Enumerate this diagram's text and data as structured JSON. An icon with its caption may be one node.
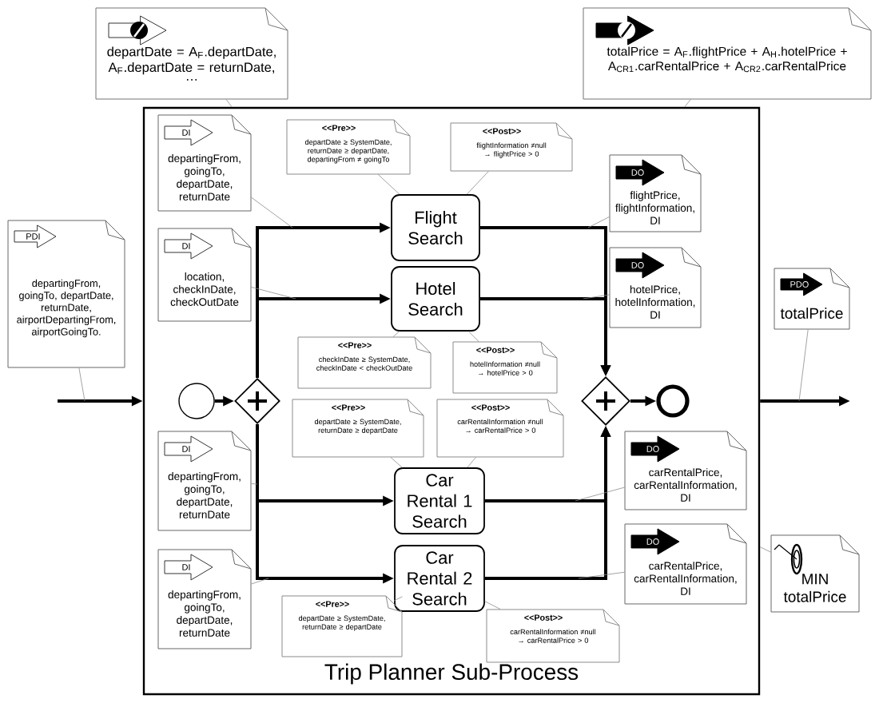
{
  "diagram": {
    "nodes": [
      {
        "text": [
          "Trip Planner Sub-Process"
        ]
      },
      {
        "text": [
          "departDate = A$_{F}$.departDate, A$_{F}$.departDate = returnDate,",
          "…"
        ]
      },
      {
        "text": [
          "totalPrice = A$_{F}$.flightPrice + A$_{H}$.hotelPrice + A$_{CR1}$.carRentalPrice + A$_{CR2}$.carRentalPrice"
        ]
      },
      {
        "text": [
          "PDI",
          "departingFrom, goingTo, departDate, returnDate, airportDepartingFrom, airportGoingTo."
        ]
      },
      {
        "text": [
          "DI",
          "departingFrom, goingTo, departDate, returnDate"
        ],
        "in": 0
      },
      {
        "text": [
          "DI",
          "location, checkInDate, checkOutDate"
        ],
        "in": 0
      },
      {
        "text": [
          "DI",
          "departingFrom, goingTo, departDate, returnDate"
        ],
        "in": 0
      },
      {
        "text": [
          "DI",
          "departingFrom, goingTo, departDate, returnDate"
        ],
        "in": 0
      },
      {
        "text": [
          "<<Pre>>",
          "departDate ≥ SystemDate, returnDate ≥ departDate, departingFrom ≠ goingTo"
        ],
        "in": 0
      },
      {
        "text": [
          "<<Post>>",
          "flightInformation ≠null → flightPrice > 0"
        ],
        "in": 0
      },
      {
        "text": [
          "Flight Search"
        ],
        "in": 0
      },
      {
        "text": [
          "Hotel Search"
        ],
        "in": 0
      },
      {
        "text": [
          "<<Pre>>",
          "checkInDate ≥ SystemDate, checkInDate < checkOutDate"
        ],
        "in": 0
      },
      {
        "text": [
          "<<Post>>",
          "hotelInformation ≠null → hotelPrice > 0"
        ],
        "in": 0
      },
      {
        "text": [
          "<<Pre>>",
          "departDate ≥ SystemDate, returnDate ≥ departDate"
        ],
        "in": 0
      },
      {
        "text": [
          "<<Post>>",
          "carRentalInformation ≠null → carRentalPrice > 0"
        ],
        "in": 0
      },
      {
        "text": [
          "Car Rental 1 Search"
        ],
        "in": 0
      },
      {
        "text": [
          "Car Rental 2 Search"
        ],
        "in": 0
      },
      {
        "text": [
          "<<Pre>>",
          "departDate ≥ SystemDate, returnDate ≥ departDate"
        ],
        "in": 0
      },
      {
        "text": [
          "<<Post>>",
          "carRentalInformation ≠null → carRentalPrice > 0"
        ],
        "in": 0
      },
      {
        "text": [
          "DO",
          "flightPrice, flightInformation, DI"
        ],
        "in": 0
      },
      {
        "text": [
          "DO",
          "hotelPrice, hotelInformation, DI"
        ],
        "in": 0
      },
      {
        "text": [
          "DO",
          "carRentalPrice, carRentalInformation, DI"
        ],
        "in": 0
      },
      {
        "text": [
          "DO",
          "carRentalPrice, carRentalInformation, DI"
        ],
        "in": 0
      },
      {
        "text": [
          "PDO",
          "totalPrice"
        ]
      },
      {
        "text": [
          "MIN totalPrice"
        ]
      },
      {
        "text": [],
        "shape": "circle",
        "in": 0
      },
      {
        "text": [],
        "shape": "diamond",
        "in": 0
      },
      {
        "text": [],
        "shape": "diamond",
        "in": 0
      },
      {
        "text": [],
        "shape": "circle",
        "in": 0
      }
    ],
    "edges": [
      {
        "from": null,
        "to": 0,
        "arrow": "to",
        "style": "thick",
        "color": "#000000"
      },
      {
        "from": 26,
        "to": 27,
        "arrow": "to",
        "style": "thick",
        "color": "#000000"
      },
      {
        "from": 27,
        "to": 10,
        "arrow": "to",
        "style": "thick",
        "color": "#000000"
      },
      {
        "from": 27,
        "to": 11,
        "arrow": "to",
        "style": "thick",
        "color": "#000000"
      },
      {
        "from": 27,
        "to": 16,
        "arrow": "to",
        "style": "thick",
        "color": "#000000"
      },
      {
        "from": 27,
        "to": 17,
        "arrow": "to",
        "style": "thick",
        "color": "#000000"
      },
      {
        "from": 10,
        "to": 28,
        "arrow": "to",
        "style": "thick",
        "color": "#000000"
      },
      {
        "from": 11,
        "to": 28,
        "arrow": "to",
        "style": "thick",
        "color": "#000000"
      },
      {
        "from": 16,
        "to": 28,
        "arrow": "to",
        "style": "thick",
        "color": "#000000"
      },
      {
        "from": 17,
        "to": 28,
        "arrow": "to",
        "style": "thick",
        "color": "#000000"
      },
      {
        "from": 28,
        "to": 29,
        "arrow": "to",
        "style": "thick",
        "color": "#000000"
      },
      {
        "from": 0,
        "to": null,
        "arrow": "to",
        "style": "thick",
        "color": "#000000"
      },
      {
        "from": 1,
        "to": 0,
        "arrow": "none"
      },
      {
        "from": 2,
        "to": 0,
        "arrow": "none"
      },
      {
        "from": 3,
        "to": null,
        "arrow": "none"
      },
      {
        "from": 4,
        "to": null,
        "arrow": "none"
      },
      {
        "from": 5,
        "to": null,
        "arrow": "none"
      },
      {
        "from": 6,
        "to": null,
        "arrow": "none"
      },
      {
        "from": 7,
        "to": null,
        "arrow": "none"
      },
      {
        "from": 8,
        "to": 10,
        "arrow": "none"
      },
      {
        "from": 9,
        "to": 10,
        "arrow": "none"
      },
      {
        "from": 12,
        "to": 11,
        "arrow": "none"
      },
      {
        "from": 13,
        "to": 11,
        "arrow": "none"
      },
      {
        "from": 14,
        "to": 16,
        "arrow": "none"
      },
      {
        "from": 15,
        "to": 16,
        "arrow": "none"
      },
      {
        "from": 18,
        "to": 17,
        "arrow": "none"
      },
      {
        "from": 19,
        "to": 17,
        "arrow": "none"
      },
      {
        "from": 20,
        "to": null,
        "arrow": "none"
      },
      {
        "from": 21,
        "to": null,
        "arrow": "none"
      },
      {
        "from": 22,
        "to": null,
        "arrow": "none"
      },
      {
        "from": 23,
        "to": null,
        "arrow": "none"
      },
      {
        "from": 24,
        "to": null,
        "arrow": "none"
      },
      {
        "from": 25,
        "to": 0,
        "arrow": "none"
      }
    ]
  }
}
